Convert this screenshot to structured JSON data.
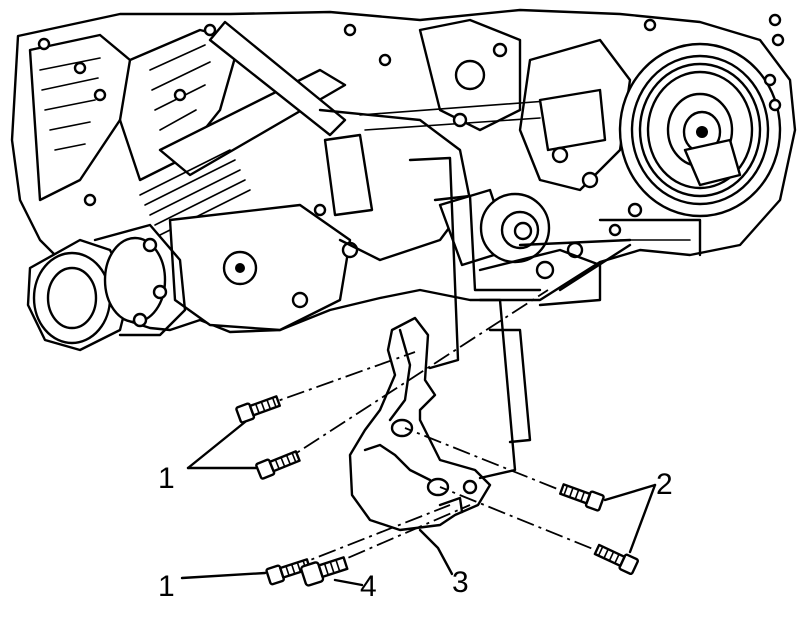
{
  "callouts": [
    {
      "id": "callout-1-upper",
      "label": "1"
    },
    {
      "id": "callout-2",
      "label": "2"
    },
    {
      "id": "callout-1-lower",
      "label": "1"
    },
    {
      "id": "callout-4",
      "label": "4"
    },
    {
      "id": "callout-3",
      "label": "3"
    }
  ],
  "parts": {
    "bolt_1": "bolt",
    "bolt_2": "bolt",
    "bracket_3": "bracket",
    "bolt_4": "bolt"
  },
  "colors": {
    "ink": "#000000",
    "paper": "#ffffff"
  }
}
